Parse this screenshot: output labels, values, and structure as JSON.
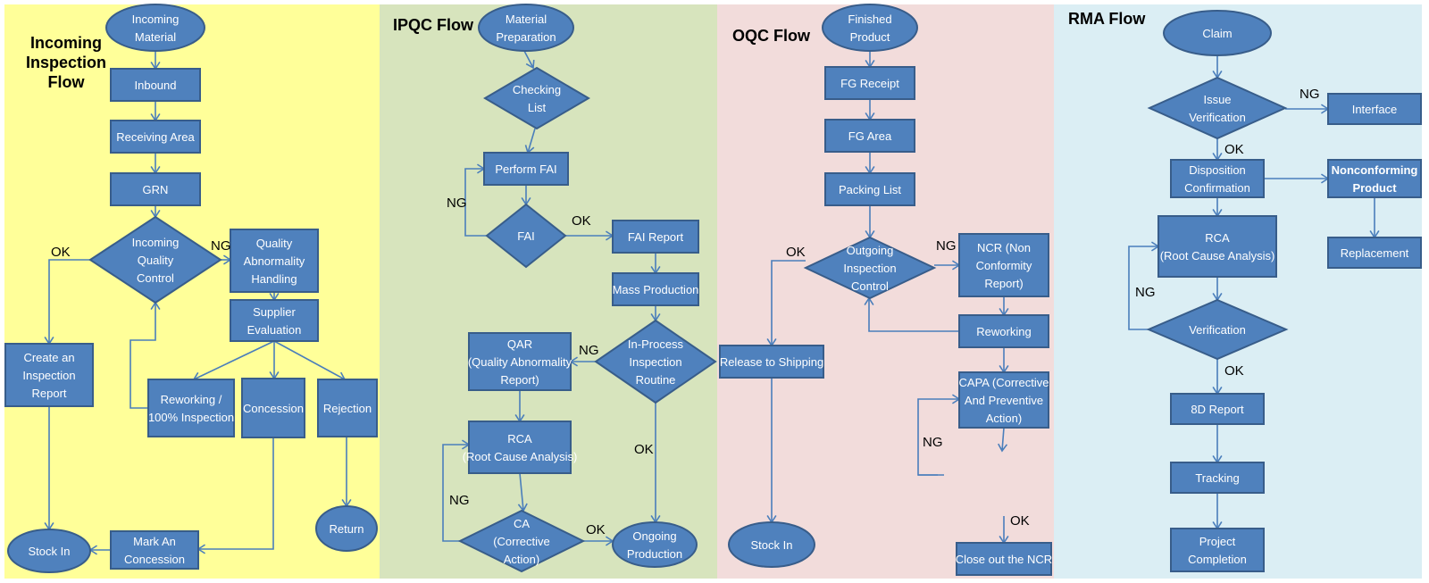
{
  "colors": {
    "incoming_panel": "#ffff99",
    "ipqc_panel": "#d7e4bd",
    "oqc_panel": "#f2dcdb",
    "rma_panel": "#dbeef4",
    "node_fill": "#4f81bd",
    "node_border": "#385d8a",
    "connector": "#4a7ebb"
  },
  "panels": [
    {
      "id": "incoming",
      "title_lines": [
        "Incoming",
        "Inspection",
        "Flow"
      ],
      "nodes": {
        "incoming_material": {
          "shape": "ellipse",
          "lines": [
            "Incoming",
            "Material"
          ]
        },
        "inbound": {
          "shape": "rect",
          "lines": [
            "Inbound"
          ]
        },
        "receiving_area": {
          "shape": "rect",
          "lines": [
            "Receiving Area"
          ]
        },
        "grn": {
          "shape": "rect",
          "lines": [
            "GRN"
          ]
        },
        "iqc": {
          "shape": "diamond",
          "lines": [
            "Incoming",
            "Quality",
            "Control"
          ]
        },
        "qa_handling": {
          "shape": "rect",
          "lines": [
            "Quality",
            "Abnormality",
            "Handling"
          ]
        },
        "supplier_eval": {
          "shape": "rect",
          "lines": [
            "Supplier",
            "Evaluation"
          ]
        },
        "create_report": {
          "shape": "rect",
          "lines": [
            "Create an",
            "Inspection",
            "Report"
          ]
        },
        "reworking": {
          "shape": "rect",
          "lines": [
            "Reworking /",
            "100% Inspection"
          ]
        },
        "concession": {
          "shape": "rect",
          "lines": [
            "Concession"
          ]
        },
        "rejection": {
          "shape": "rect",
          "lines": [
            "Rejection"
          ]
        },
        "return": {
          "shape": "ellipse",
          "lines": [
            "Return"
          ]
        },
        "stock_in": {
          "shape": "ellipse",
          "lines": [
            "Stock In"
          ]
        },
        "mark_concession": {
          "shape": "rect",
          "lines": [
            "Mark An",
            "Concession"
          ]
        }
      },
      "edge_labels": {
        "ok": "OK",
        "ng": "NG"
      }
    },
    {
      "id": "ipqc",
      "title_lines": [
        "IPQC Flow"
      ],
      "nodes": {
        "material_prep": {
          "shape": "ellipse",
          "lines": [
            "Material",
            "Preparation"
          ]
        },
        "checking_list": {
          "shape": "diamond",
          "lines": [
            "Checking",
            "List"
          ]
        },
        "perform_fai": {
          "shape": "rect",
          "lines": [
            "Perform FAI"
          ]
        },
        "fai": {
          "shape": "diamond",
          "lines": [
            "FAI"
          ]
        },
        "fai_report": {
          "shape": "rect",
          "lines": [
            "FAI Report"
          ]
        },
        "mass_production": {
          "shape": "rect",
          "lines": [
            "Mass Production"
          ]
        },
        "in_process": {
          "shape": "diamond",
          "lines": [
            "In-Process",
            "Inspection",
            "Routine"
          ]
        },
        "qar": {
          "shape": "rect",
          "lines": [
            "QAR",
            "(Quality Abnormality",
            "Report)"
          ]
        },
        "rca": {
          "shape": "rect",
          "lines": [
            "RCA",
            "(Root Cause Analysis)"
          ]
        },
        "ca": {
          "shape": "diamond",
          "lines": [
            "CA",
            "(Corrective",
            "Action)"
          ]
        },
        "ongoing": {
          "shape": "ellipse",
          "lines": [
            "Ongoing",
            "Production"
          ]
        }
      },
      "edge_labels": {
        "fai_ng": "NG",
        "fai_ok": "OK",
        "ipi_ng": "NG",
        "ipi_ok": "OK",
        "ca_ng": "NG",
        "ca_ok": "OK"
      }
    },
    {
      "id": "oqc",
      "title_lines": [
        "OQC Flow"
      ],
      "nodes": {
        "finished_product": {
          "shape": "ellipse",
          "lines": [
            "Finished",
            "Product"
          ]
        },
        "fg_receipt": {
          "shape": "rect",
          "lines": [
            "FG Receipt"
          ]
        },
        "fg_area": {
          "shape": "rect",
          "lines": [
            "FG Area"
          ]
        },
        "packing_list": {
          "shape": "rect",
          "lines": [
            "Packing List"
          ]
        },
        "oqc_control": {
          "shape": "diamond",
          "lines": [
            "Outgoing",
            "Inspection",
            "Control"
          ]
        },
        "ncr": {
          "shape": "rect",
          "lines": [
            "NCR (Non",
            "Conformity",
            "Report)"
          ]
        },
        "reworking": {
          "shape": "rect",
          "lines": [
            "Reworking"
          ]
        },
        "release": {
          "shape": "rect",
          "lines": [
            "Release to Shipping"
          ]
        },
        "capa": {
          "shape": "rect",
          "lines": [
            "CAPA (Corrective",
            "And Preventive",
            "Action)"
          ]
        },
        "stock_in": {
          "shape": "ellipse",
          "lines": [
            "Stock In"
          ]
        },
        "close_ncr": {
          "shape": "rect",
          "lines": [
            "Close out the NCR"
          ]
        }
      },
      "edge_labels": {
        "ok": "OK",
        "ng": "NG",
        "capa_ng": "NG",
        "capa_ok": "OK"
      }
    },
    {
      "id": "rma",
      "title_lines": [
        "RMA Flow"
      ],
      "nodes": {
        "claim": {
          "shape": "ellipse",
          "lines": [
            "Claim"
          ]
        },
        "issue_verification": {
          "shape": "diamond",
          "lines": [
            "Issue",
            "Verification"
          ]
        },
        "interface": {
          "shape": "rect",
          "lines": [
            "Interface"
          ]
        },
        "disposition": {
          "shape": "rect",
          "lines": [
            "Disposition",
            "Confirmation"
          ]
        },
        "nonconforming": {
          "shape": "rect",
          "lines": [
            "Nonconforming",
            "Product"
          ],
          "bold": true
        },
        "rca": {
          "shape": "rect",
          "lines": [
            "RCA",
            "(Root Cause Analysis)"
          ]
        },
        "replacement": {
          "shape": "rect",
          "lines": [
            "Replacement"
          ]
        },
        "verification": {
          "shape": "diamond",
          "lines": [
            "Verification"
          ]
        },
        "report_8d": {
          "shape": "rect",
          "lines": [
            "8D Report"
          ]
        },
        "tracking": {
          "shape": "rect",
          "lines": [
            "Tracking"
          ]
        },
        "project_completion": {
          "shape": "rect",
          "lines": [
            "Project",
            "Completion"
          ]
        }
      },
      "edge_labels": {
        "iv_ng": "NG",
        "iv_ok": "OK",
        "v_ng": "NG",
        "v_ok": "OK"
      }
    }
  ]
}
